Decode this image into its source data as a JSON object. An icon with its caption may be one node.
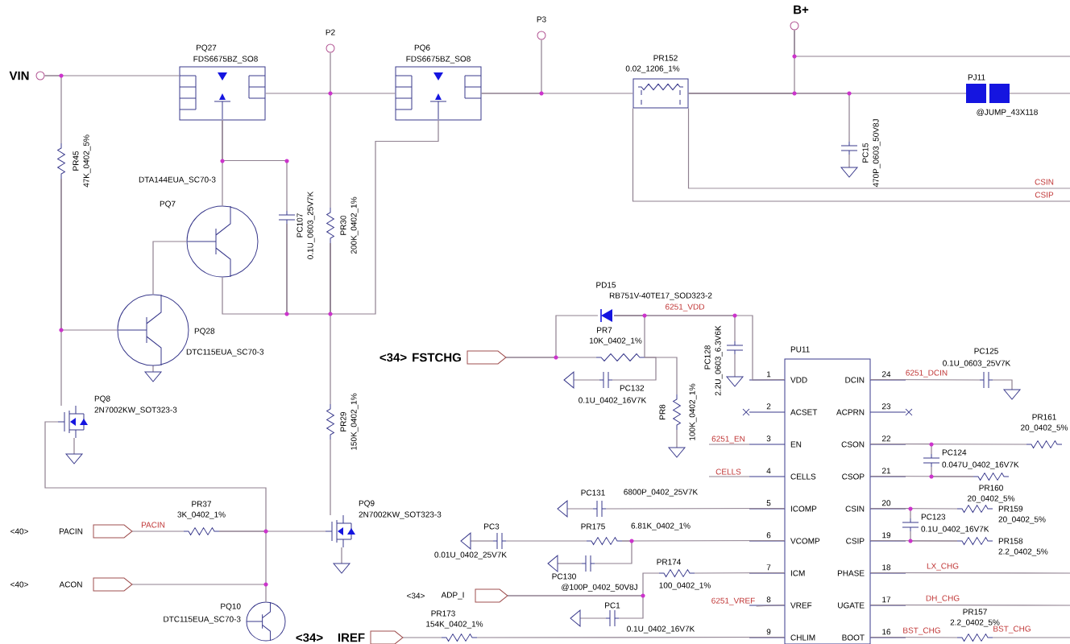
{
  "diagram": {
    "nodes": [
      {
        "text": [
          "VIN"
        ]
      },
      {
        "text": [
          "P2"
        ]
      },
      {
        "text": [
          "P3"
        ]
      },
      {
        "text": [
          "B+"
        ]
      },
      {
        "text": [
          "PQ27",
          "FDS6675BZ_SO8"
        ]
      },
      {
        "text": [
          "PQ6",
          "FDS6675BZ_SO8"
        ]
      },
      {
        "text": [
          "PR152",
          "0.02_1206_1%"
        ]
      },
      {
        "text": [
          "PJ11",
          "@JUMP_43X118"
        ]
      },
      {
        "text": [
          "PC15",
          "470P_0603_50V8J"
        ]
      },
      {
        "text": [
          "PR45",
          "47K_0402_5%"
        ]
      },
      {
        "text": [
          "PC107",
          "0.1U_0603_25V7K"
        ]
      },
      {
        "text": [
          "PR30",
          "200K_0402_1%"
        ]
      },
      {
        "text": [
          "DTA144EUA_SC70-3",
          "PQ7"
        ]
      },
      {
        "text": [
          "PQ28",
          "DTC115EUA_SC70-3"
        ]
      },
      {
        "text": [
          "PQ8",
          "2N7002KW_SOT323-3"
        ]
      },
      {
        "text": [
          "PR29",
          "150K_0402_1%"
        ]
      },
      {
        "text": [
          "PQ9",
          "2N7002KW_SOT323-3"
        ]
      },
      {
        "text": [
          "PR37",
          "3K_0402_1%"
        ]
      },
      {
        "text": [
          "PACIN"
        ]
      },
      {
        "text": [
          "ACON"
        ]
      },
      {
        "text": [
          "PQ10",
          "DTC115EUA_SC70-3"
        ]
      },
      {
        "text": [
          "FSTCHG"
        ]
      },
      {
        "text": [
          "PD15",
          "RB751V-40TE17_SOD323-2"
        ]
      },
      {
        "text": [
          "PR7",
          "10K_0402_1%"
        ]
      },
      {
        "text": [
          "PC132",
          "0.1U_0402_16V7K"
        ]
      },
      {
        "text": [
          "PC128",
          "2.2U_0603_6.3V6K"
        ]
      },
      {
        "text": [
          "PR8",
          "100K_0402_1%"
        ]
      },
      {
        "text": [
          "PU11",
          "VDD",
          "ACSET",
          "EN",
          "CELLS",
          "ICOMP",
          "VCOMP",
          "ICM",
          "VREF",
          "CHLIM",
          "DCIN",
          "ACPRN",
          "CSON",
          "CSOP",
          "CSIN",
          "CSIP",
          "PHASE",
          "UGATE",
          "BOOT",
          "1",
          "2",
          "3",
          "4",
          "5",
          "6",
          "7",
          "8",
          "9",
          "24",
          "23",
          "22",
          "21",
          "20",
          "19",
          "18",
          "17",
          "16"
        ]
      },
      {
        "text": [
          "PC125",
          "0.1U_0603_25V7K"
        ]
      },
      {
        "text": [
          "PR161",
          "20_0402_5%"
        ]
      },
      {
        "text": [
          "PC124",
          "0.047U_0402_16V7K"
        ]
      },
      {
        "text": [
          "PR160",
          "20_0402_5%"
        ]
      },
      {
        "text": [
          "PR159",
          "20_0402_5%"
        ]
      },
      {
        "text": [
          "PC123",
          "0.1U_0402_16V7K"
        ]
      },
      {
        "text": [
          "PR158",
          "2.2_0402_5%"
        ]
      },
      {
        "text": [
          "PR157",
          "2.2_0402_5%"
        ]
      },
      {
        "text": [
          "PC131",
          "6800P_0402_25V7K"
        ]
      },
      {
        "text": [
          "PR175",
          "6.81K_0402_1%"
        ]
      },
      {
        "text": [
          "PC3",
          "0.01U_0402_25V7K"
        ]
      },
      {
        "text": [
          "PC130",
          "@100P_0402_50V8J"
        ]
      },
      {
        "text": [
          "PR174",
          "100_0402_1%"
        ]
      },
      {
        "text": [
          "ADP_I"
        ]
      },
      {
        "text": [
          "PR173",
          "154K_0402_1%"
        ]
      },
      {
        "text": [
          "PC1",
          "0.1U_0402_16V7K"
        ]
      },
      {
        "text": [
          "IREF"
        ]
      },
      {
        "text": [
          "6251_VREF"
        ]
      }
    ],
    "edges": [
      {
        "from": 0,
        "to": 4,
        "arrow": "none"
      },
      {
        "from": 4,
        "to": 5,
        "arrow": "none"
      },
      {
        "from": 1,
        "to": 11,
        "arrow": "none"
      },
      {
        "from": 5,
        "to": 2,
        "arrow": "none"
      },
      {
        "from": 5,
        "to": 6,
        "arrow": "none"
      },
      {
        "from": 6,
        "to": 7,
        "arrow": "none"
      },
      {
        "from": 3,
        "to": 6,
        "arrow": "none"
      },
      {
        "from": 3,
        "to": null,
        "arrow": "none"
      },
      {
        "from": 6,
        "to": 8,
        "arrow": "none"
      },
      {
        "from": 7,
        "to": null,
        "arrow": "none"
      },
      {
        "from": 6,
        "to": null,
        "arrow": "none"
      },
      {
        "from": 6,
        "to": null,
        "arrow": "none"
      },
      {
        "from": 0,
        "to": 9,
        "arrow": "none"
      },
      {
        "from": 9,
        "to": 13,
        "arrow": "none"
      },
      {
        "from": 9,
        "to": 14,
        "arrow": "none"
      },
      {
        "from": 4,
        "to": 10,
        "arrow": "none"
      },
      {
        "from": 4,
        "to": 12,
        "arrow": "none"
      },
      {
        "from": 5,
        "to": 11,
        "arrow": "none"
      },
      {
        "from": 10,
        "to": 11,
        "arrow": "none"
      },
      {
        "from": 12,
        "to": 10,
        "arrow": "none"
      },
      {
        "from": 11,
        "to": 15,
        "arrow": "none"
      },
      {
        "from": 13,
        "to": 12,
        "arrow": "none"
      },
      {
        "from": 15,
        "to": 16,
        "arrow": "none"
      },
      {
        "from": 14,
        "to": 17,
        "arrow": "none"
      },
      {
        "from": 18,
        "to": 17,
        "arrow": "none"
      },
      {
        "from": 17,
        "to": 16,
        "arrow": "none"
      },
      {
        "from": 19,
        "to": 20,
        "arrow": "none"
      },
      {
        "from": 21,
        "to": 23,
        "arrow": "none"
      },
      {
        "from": 21,
        "to": 22,
        "arrow": "none"
      },
      {
        "from": 22,
        "to": 23,
        "arrow": "none"
      },
      {
        "from": 22,
        "to": 27,
        "arrow": "none"
      },
      {
        "from": 22,
        "to": 25,
        "arrow": "none"
      },
      {
        "from": 23,
        "to": 26,
        "arrow": "none"
      },
      {
        "from": 24,
        "to": 23,
        "arrow": "none"
      },
      {
        "from": 27,
        "to": 28,
        "arrow": "none"
      },
      {
        "from": 27,
        "to": 29,
        "arrow": "none"
      },
      {
        "from": 27,
        "to": 30,
        "arrow": "none"
      },
      {
        "from": 30,
        "to": 31,
        "arrow": "none"
      },
      {
        "from": 27,
        "to": 31,
        "arrow": "none"
      },
      {
        "from": 27,
        "to": 32,
        "arrow": "none"
      },
      {
        "from": 27,
        "to": 33,
        "arrow": "none"
      },
      {
        "from": 33,
        "to": 34,
        "arrow": "none"
      },
      {
        "from": 27,
        "to": 34,
        "arrow": "none"
      },
      {
        "from": 27,
        "to": 35,
        "arrow": "none"
      },
      {
        "from": 36,
        "to": 27,
        "arrow": "none"
      },
      {
        "from": 38,
        "to": 37,
        "arrow": "none"
      },
      {
        "from": 37,
        "to": 27,
        "arrow": "none"
      },
      {
        "from": 39,
        "to": 37,
        "arrow": "none"
      },
      {
        "from": 41,
        "to": 40,
        "arrow": "none"
      },
      {
        "from": 40,
        "to": 27,
        "arrow": "none"
      },
      {
        "from": 43,
        "to": 41,
        "arrow": "none"
      },
      {
        "from": 44,
        "to": 42,
        "arrow": "none"
      },
      {
        "from": 42,
        "to": 27,
        "arrow": "none"
      },
      {
        "from": 35,
        "to": null,
        "arrow": "none"
      },
      {
        "from": 27,
        "to": null,
        "arrow": "none"
      },
      {
        "from": 27,
        "to": null,
        "arrow": "none"
      },
      {
        "from": 27,
        "to": 45,
        "arrow": "none"
      }
    ],
    "labels": [
      "CSIN",
      "CSIP",
      "6251_VDD",
      "<34>",
      "6251_DCIN",
      "6251_EN",
      "CELLS",
      "<40>",
      "PACIN",
      "LX_CHG",
      "<40>",
      "<34>",
      "DH_CHG",
      "<34>",
      "BST_CHG",
      "BST_CHG"
    ]
  }
}
